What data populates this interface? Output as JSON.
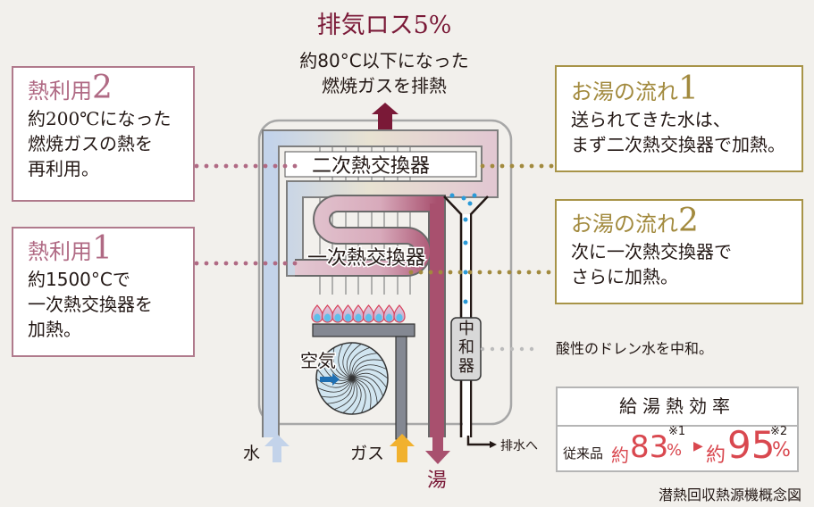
{
  "exhaust": {
    "title": "排気ロス5%",
    "subtitle_line1": "約80°C以下になった",
    "subtitle_line2": "燃焼ガスを排熱"
  },
  "callouts": {
    "heat_use_2": {
      "label": "熱利用",
      "number": "2",
      "body": "約200℃になった\n燃焼ガスの熱を\n再利用。"
    },
    "heat_use_1": {
      "label": "熱利用",
      "number": "1",
      "body": "約1500°Cで\n一次熱交換器を\n加熱。"
    },
    "flow_1": {
      "label": "お湯の流れ",
      "number": "1",
      "body": "送られてきた水は、\nまず二次熱交換器で加熱。"
    },
    "flow_2": {
      "label": "お湯の流れ",
      "number": "2",
      "body": "次に一次熱交換器で\nさらに加熱。"
    }
  },
  "neutralizer_note": "酸性のドレン水を中和。",
  "components": {
    "secondary_exchanger": "二次熱交換器",
    "primary_exchanger": "一次熱交換器",
    "neutralizer": "中和器",
    "air": "空気",
    "water_in": "水",
    "gas_in": "ガス",
    "hot_water_out": "湯",
    "drain_out": "排水へ"
  },
  "efficiency": {
    "title": "給湯熱効率",
    "conventional_label": "従来品",
    "approx": "約",
    "conventional_value": "83",
    "new_value": "95",
    "percent": "%",
    "note1": "※1",
    "note2": "※2"
  },
  "caption": "潜熱回収熱源機概念図",
  "colors": {
    "exhaust_red": "#7a1937",
    "heat_pink": "#b06a84",
    "flow_gold": "#a28a3e",
    "water_blue": "#c3d3ea",
    "hot_water": "#a8506e",
    "gas_orange": "#f1b12e",
    "efficiency_red": "#d9484f"
  }
}
